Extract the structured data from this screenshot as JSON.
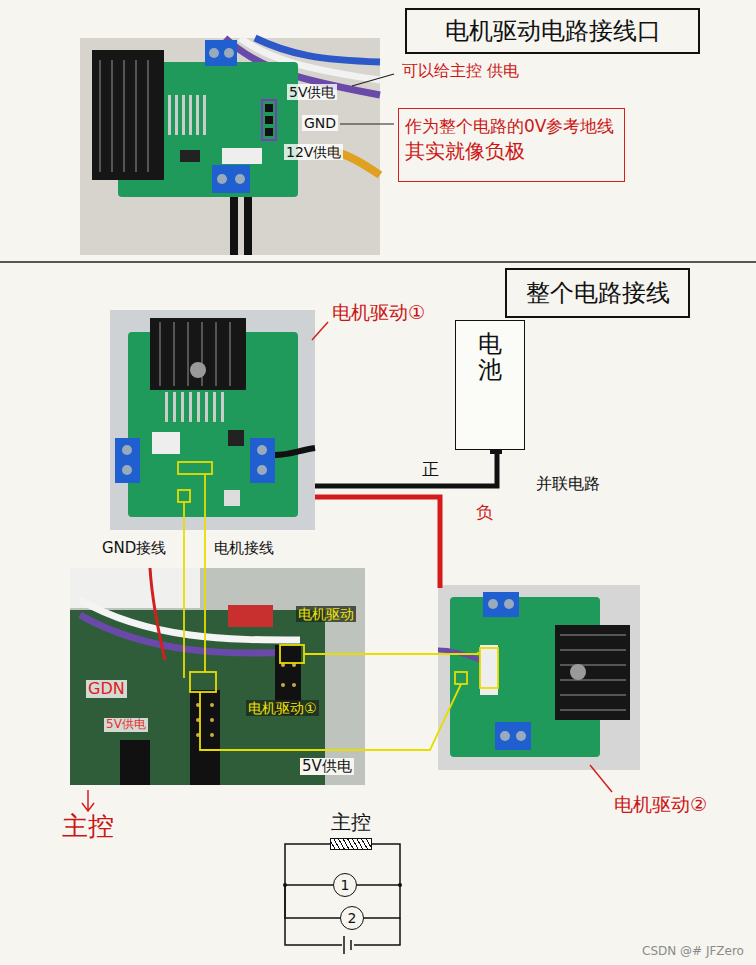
{
  "diagram": {
    "nodes": [
      {
        "text": [
          "电机驱动电路接线口"
        ]
      },
      {
        "text": [
          "作为整个电路的0V参考地线",
          "其实就像负极"
        ]
      },
      {
        "text": [
          "整个电路接线"
        ]
      },
      {
        "text": [
          "电池"
        ]
      },
      {
        "text": [
          "主控"
        ]
      },
      {
        "text": [
          "1"
        ]
      },
      {
        "text": [
          "2"
        ]
      }
    ],
    "edges": [
      {
        "from": 4,
        "to": 5,
        "arrow": "none"
      },
      {
        "from": 5,
        "to": 6,
        "arrow": "none"
      }
    ],
    "labels": [
      "5V供电",
      "GND",
      "12V供电",
      "可以给主控 供电",
      "电机驱动①",
      "正",
      "负",
      "并联电路",
      "GND接线",
      "电机接线",
      "电机驱动",
      "电机驱动①",
      "GDN",
      "5V供电",
      "5V供电",
      "主控",
      "电机驱动②",
      "CSDN @# JFZero"
    ]
  }
}
